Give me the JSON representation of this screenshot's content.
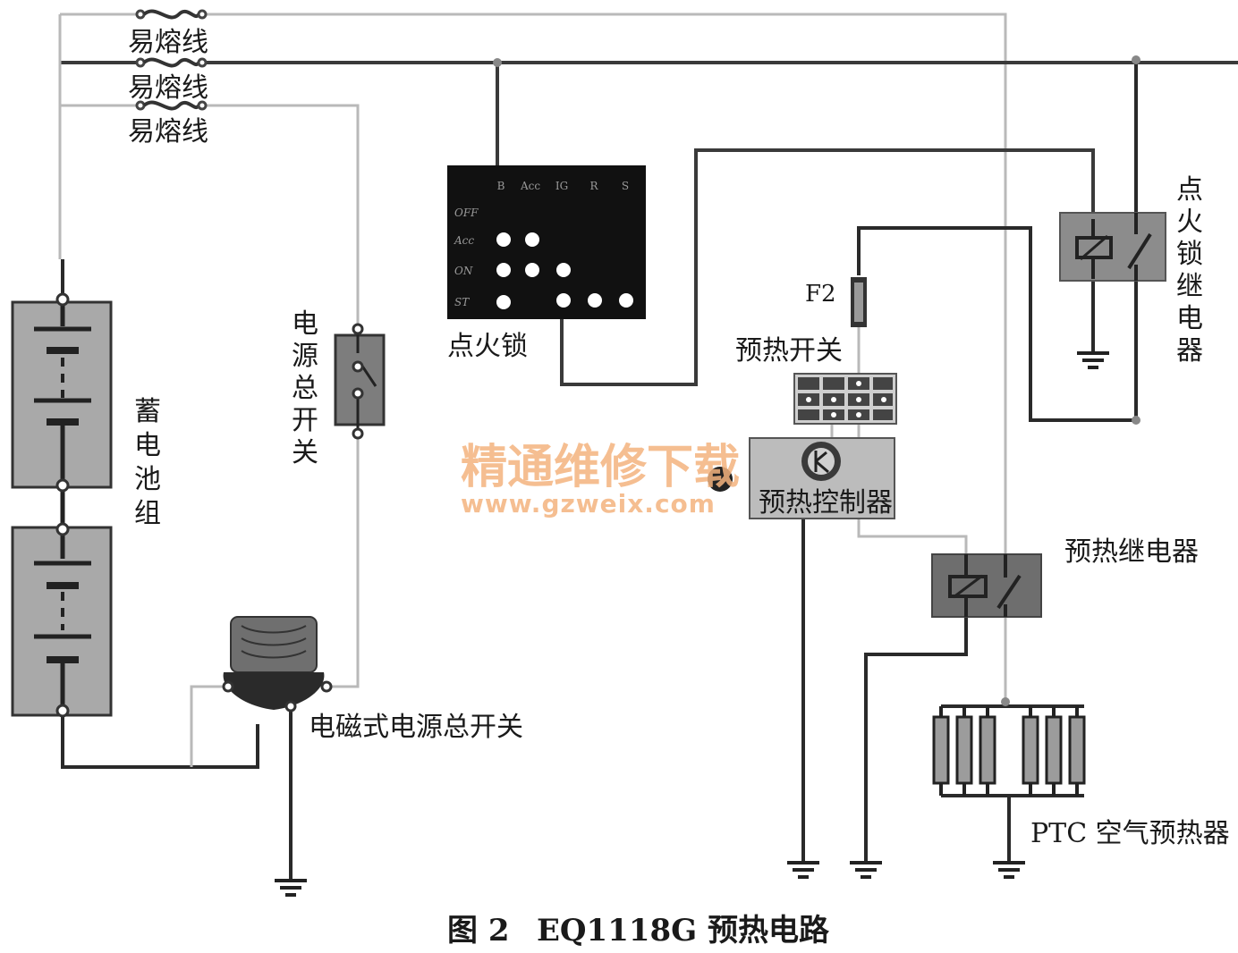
{
  "labels": {
    "fusible_1": "易熔线",
    "fusible_2": "易熔线",
    "fusible_3": "易熔线",
    "ignition_lock": "点火锁",
    "ignition_relay": "点火锁继电器",
    "battery": "蓄电池组",
    "main_switch": "电源总开关",
    "magnetic_switch": "电磁式电源总开关",
    "fuse": "F2",
    "preheat_switch": "预热开关",
    "preheat_controller": "预热控制器",
    "preheat_relay": "预热继电器",
    "ptc_heater": "PTC 空气预热器"
  },
  "ignition_table": {
    "headers": [
      "B",
      "Acc",
      "IG",
      "R",
      "S"
    ],
    "rows": [
      "OFF",
      "Acc",
      "ON",
      "ST"
    ]
  },
  "watermark": {
    "line1": "精通维修下载",
    "line2": "www.gzweix.com"
  },
  "caption": {
    "figure": "图 2",
    "title": "EQ1118G 预热电路"
  }
}
